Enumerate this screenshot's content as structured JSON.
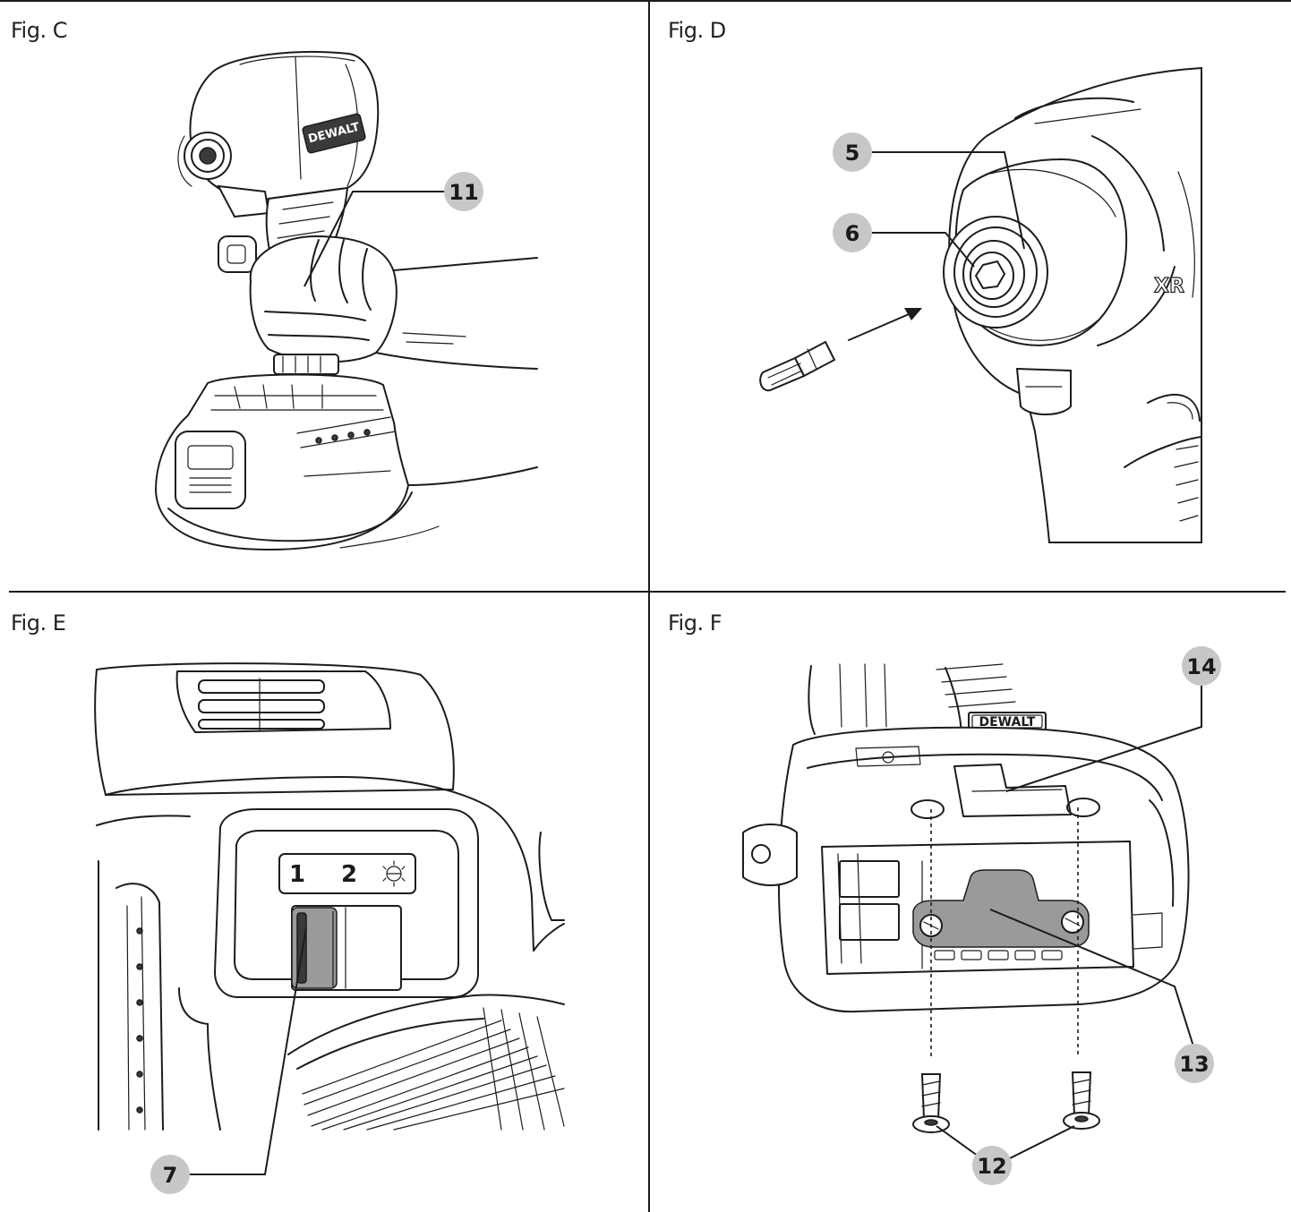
{
  "figures": [
    {
      "id": "c",
      "label": "Fig. C",
      "callouts": [
        "11"
      ],
      "brand": "DEWALT"
    },
    {
      "id": "d",
      "label": "Fig. D",
      "callouts": [
        "5",
        "6"
      ],
      "mark": "XR"
    },
    {
      "id": "e",
      "label": "Fig. E",
      "callouts": [
        "7"
      ],
      "modes": [
        "1",
        "2"
      ]
    },
    {
      "id": "f",
      "label": "Fig. F",
      "callouts": [
        "14",
        "13",
        "12"
      ],
      "brand": "DEWALT"
    }
  ],
  "icons": [
    "light-icon",
    "impact-driver",
    "hex-bit",
    "direction-arrow",
    "screw"
  ],
  "colors": {
    "line": "#1c1c1c",
    "callout": "#c7c7c7",
    "slider": "#9a9a9a"
  }
}
